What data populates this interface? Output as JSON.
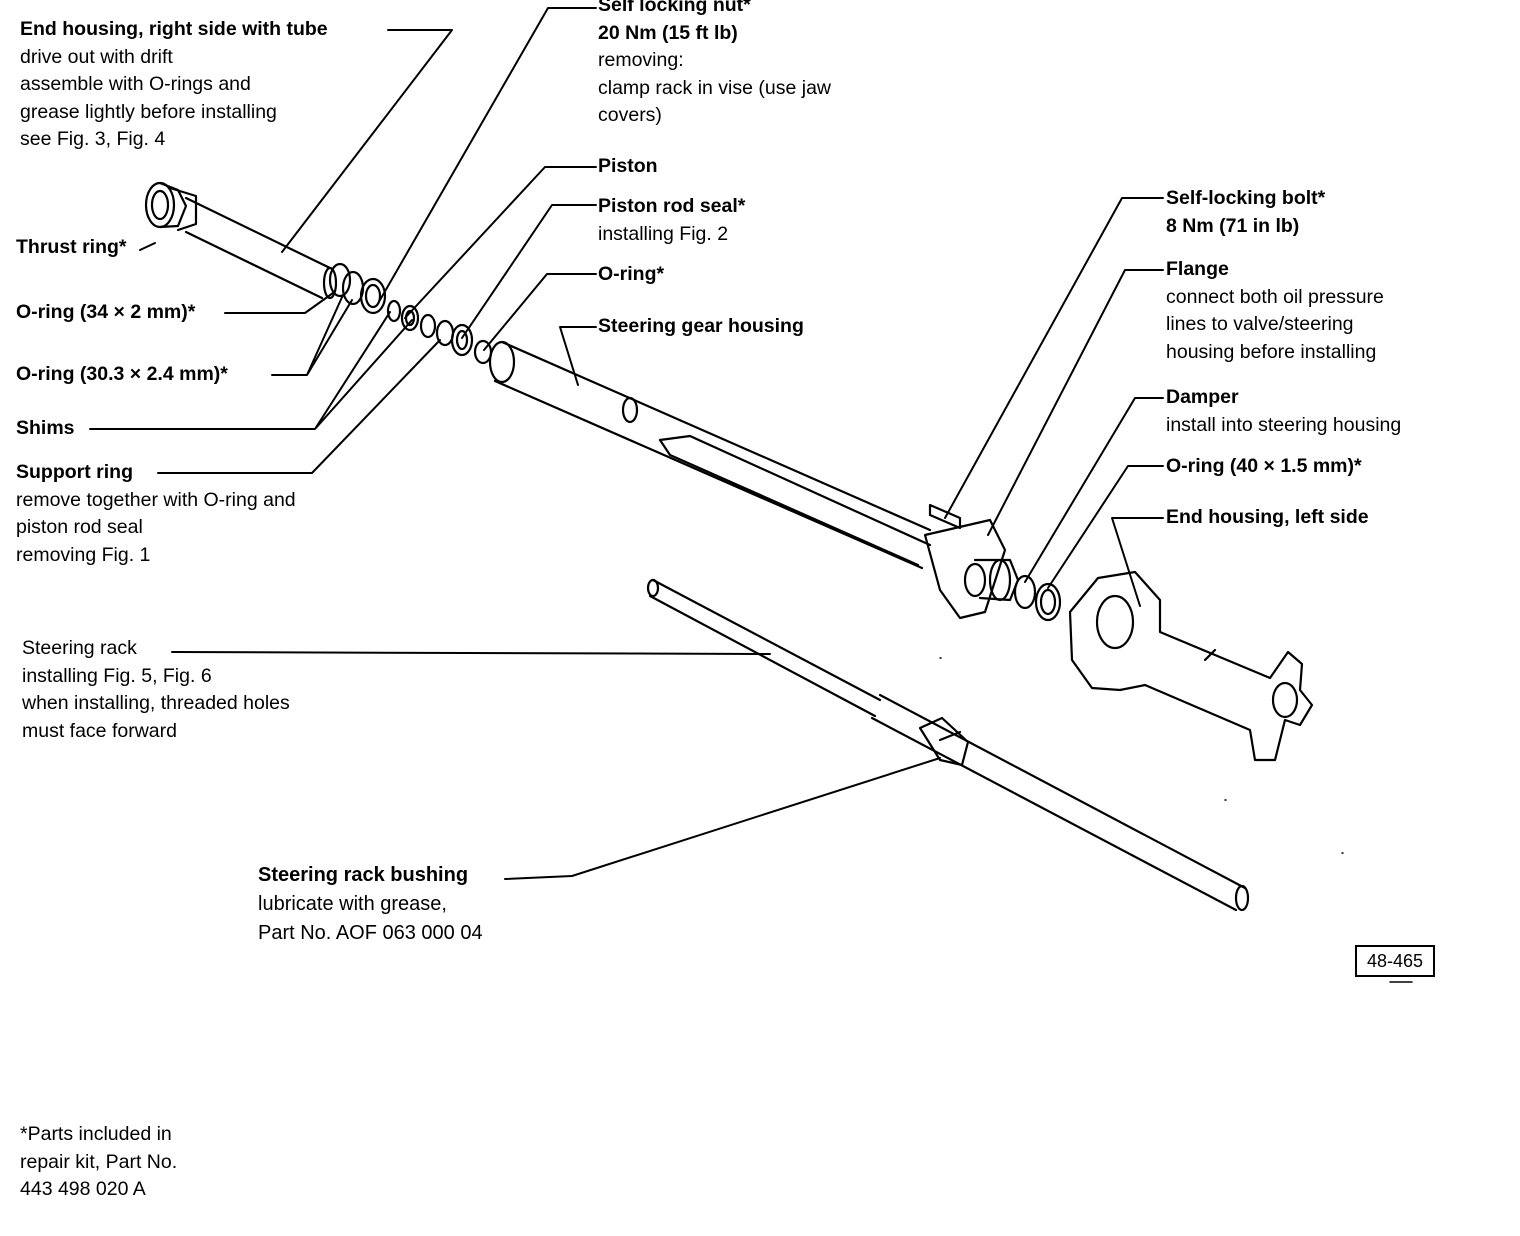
{
  "callouts": {
    "end_housing_right": {
      "title": "End housing, right side with tube",
      "lines": [
        "drive out with drift",
        "assemble with O-rings and",
        "grease lightly before installing",
        "see Fig. 3, Fig. 4"
      ]
    },
    "thrust_ring": {
      "title": "Thrust ring*"
    },
    "oring_34": {
      "title": "O-ring (34 × 2 mm)*"
    },
    "oring_30": {
      "title": "O-ring (30.3 × 2.4 mm)*"
    },
    "shims": {
      "title": "Shims"
    },
    "support_ring": {
      "title": "Support ring",
      "lines": [
        "remove together with O-ring and",
        "piston rod seal",
        "removing Fig. 1"
      ]
    },
    "self_locking_nut": {
      "title": "Self locking nut*",
      "torque": "20 Nm (15 ft lb)",
      "lines": [
        "removing:",
        "clamp rack in vise (use jaw",
        "covers)"
      ]
    },
    "piston": {
      "title": "Piston"
    },
    "piston_rod_seal": {
      "title": "Piston rod seal*",
      "lines": [
        "installing Fig. 2"
      ]
    },
    "oring_small": {
      "title": "O-ring*"
    },
    "steering_gear_housing": {
      "title": "Steering gear housing"
    },
    "self_locking_bolt": {
      "title": "Self-locking bolt*",
      "torque": "8 Nm (71 in lb)"
    },
    "flange": {
      "title": "Flange",
      "lines": [
        "connect both oil pressure",
        "lines to valve/steering",
        "housing before installing"
      ]
    },
    "damper": {
      "title": "Damper",
      "lines": [
        "install into steering housing"
      ]
    },
    "oring_40": {
      "title": "O-ring (40 × 1.5 mm)*"
    },
    "end_housing_left": {
      "title": "End housing, left side"
    },
    "steering_rack": {
      "title": "Steering rack",
      "lines": [
        "installing Fig. 5, Fig. 6",
        "when installing, threaded holes",
        "must face forward"
      ]
    },
    "steering_rack_bushing": {
      "title": "Steering rack bushing",
      "lines": [
        "lubricate with grease,",
        "Part No. AOF 063 000 04"
      ]
    }
  },
  "footnote": {
    "lines": [
      "*Parts included in",
      "repair kit, Part No.",
      "443 498 020 A"
    ]
  },
  "figure_number": "48-465"
}
